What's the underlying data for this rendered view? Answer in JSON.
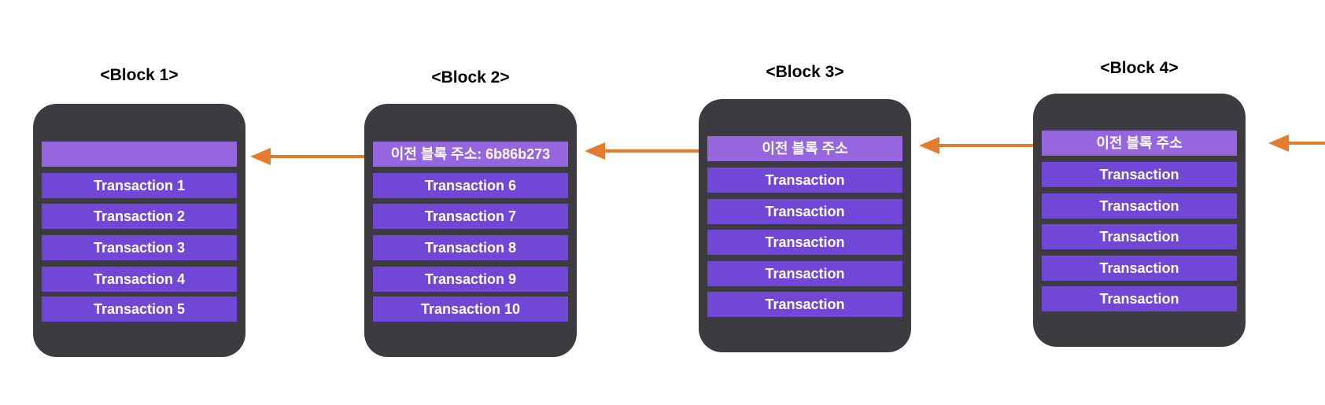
{
  "colors": {
    "block_bg": "#3c3b40",
    "header_row": "#9566de",
    "transaction_row": "#7047d6",
    "arrow": "#e57c2c"
  },
  "blocks": [
    {
      "title": "<Block 1>",
      "prev_hash": "",
      "transactions": [
        "Transaction 1",
        "Transaction 2",
        "Transaction 3",
        "Transaction 4",
        "Transaction 5"
      ]
    },
    {
      "title": "<Block 2>",
      "prev_hash": "이전 블록 주소: 6b86b273",
      "transactions": [
        "Transaction 6",
        "Transaction 7",
        "Transaction 8",
        "Transaction 9",
        "Transaction 10"
      ]
    },
    {
      "title": "<Block 3>",
      "prev_hash": "이전 블록 주소",
      "transactions": [
        "Transaction",
        "Transaction",
        "Transaction",
        "Transaction",
        "Transaction"
      ]
    },
    {
      "title": "<Block 4>",
      "prev_hash": "이전 블록 주소",
      "transactions": [
        "Transaction",
        "Transaction",
        "Transaction",
        "Transaction",
        "Transaction"
      ]
    }
  ]
}
